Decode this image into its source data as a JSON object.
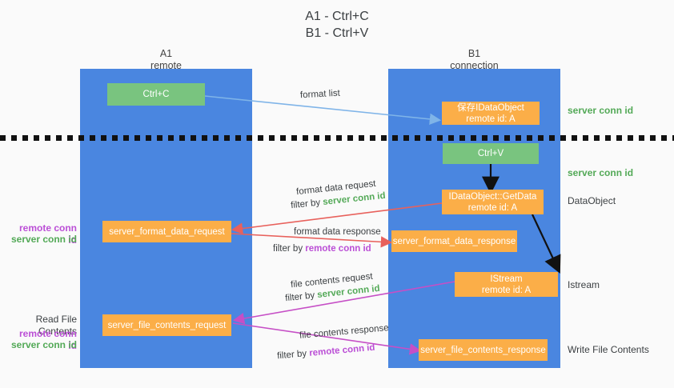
{
  "title": "A1 - Ctrl+C\nB1 - Ctrl+V",
  "lanes": [
    {
      "name": "a1",
      "header": "A1\nremote"
    },
    {
      "name": "b1",
      "header": "B1\nconnection"
    }
  ],
  "nodes": {
    "ctrl_c": "Ctrl+C",
    "ctrl_v": "Ctrl+V",
    "save_idataobject": "保存IDataObject\nremote id: A",
    "idataobject_getdata": "IDataObject::GetData\nremote id: A",
    "istream": "IStream\nremote id: A",
    "server_format_data_request": "server_format_data_request",
    "server_format_data_response": "server_format_data_response",
    "server_file_contents_request": "server_file_contents_request",
    "server_file_contents_response": "server_file_contents_response"
  },
  "right_labels": {
    "server_conn_id_1": "server conn id",
    "server_conn_id_2": "server conn id",
    "dataobject": "DataObject",
    "istream": "Istream",
    "write_file_contents": "Write File Contents"
  },
  "left_labels": {
    "remote_conn_id_1": "remote conn id",
    "server_conn_id_1": "server conn id",
    "read_file_contents": "Read File Contents",
    "remote_conn_id_2": "remote conn id",
    "server_conn_id_2": "server conn id"
  },
  "edges": {
    "format_list": "format list",
    "format_data_request": "format data request",
    "format_data_request_filter_prefix": "filter by ",
    "format_data_request_filter_value": "server conn id",
    "format_data_response": "format data response",
    "format_data_response_filter_prefix": "filter by ",
    "format_data_response_filter_value": "remote conn id",
    "file_contents_request": "file contents request",
    "file_contents_request_filter_prefix": "filter by ",
    "file_contents_request_filter_value": "server conn id",
    "file_contents_response": "file contents response",
    "file_contents_response_filter_prefix": "filter by ",
    "file_contents_response_filter_value": "remote conn id"
  },
  "colors": {
    "lane_blue": "#4a86e0",
    "node_green": "#79c47f",
    "node_orange": "#fbae48",
    "accent_green_text": "#53a957",
    "accent_purple_text": "#bb4fd6",
    "arrow_light_blue": "#7fb4e8",
    "arrow_red": "#e8615c",
    "arrow_magenta": "#c64fc6",
    "arrow_black": "#111111",
    "background": "#fafafa"
  }
}
